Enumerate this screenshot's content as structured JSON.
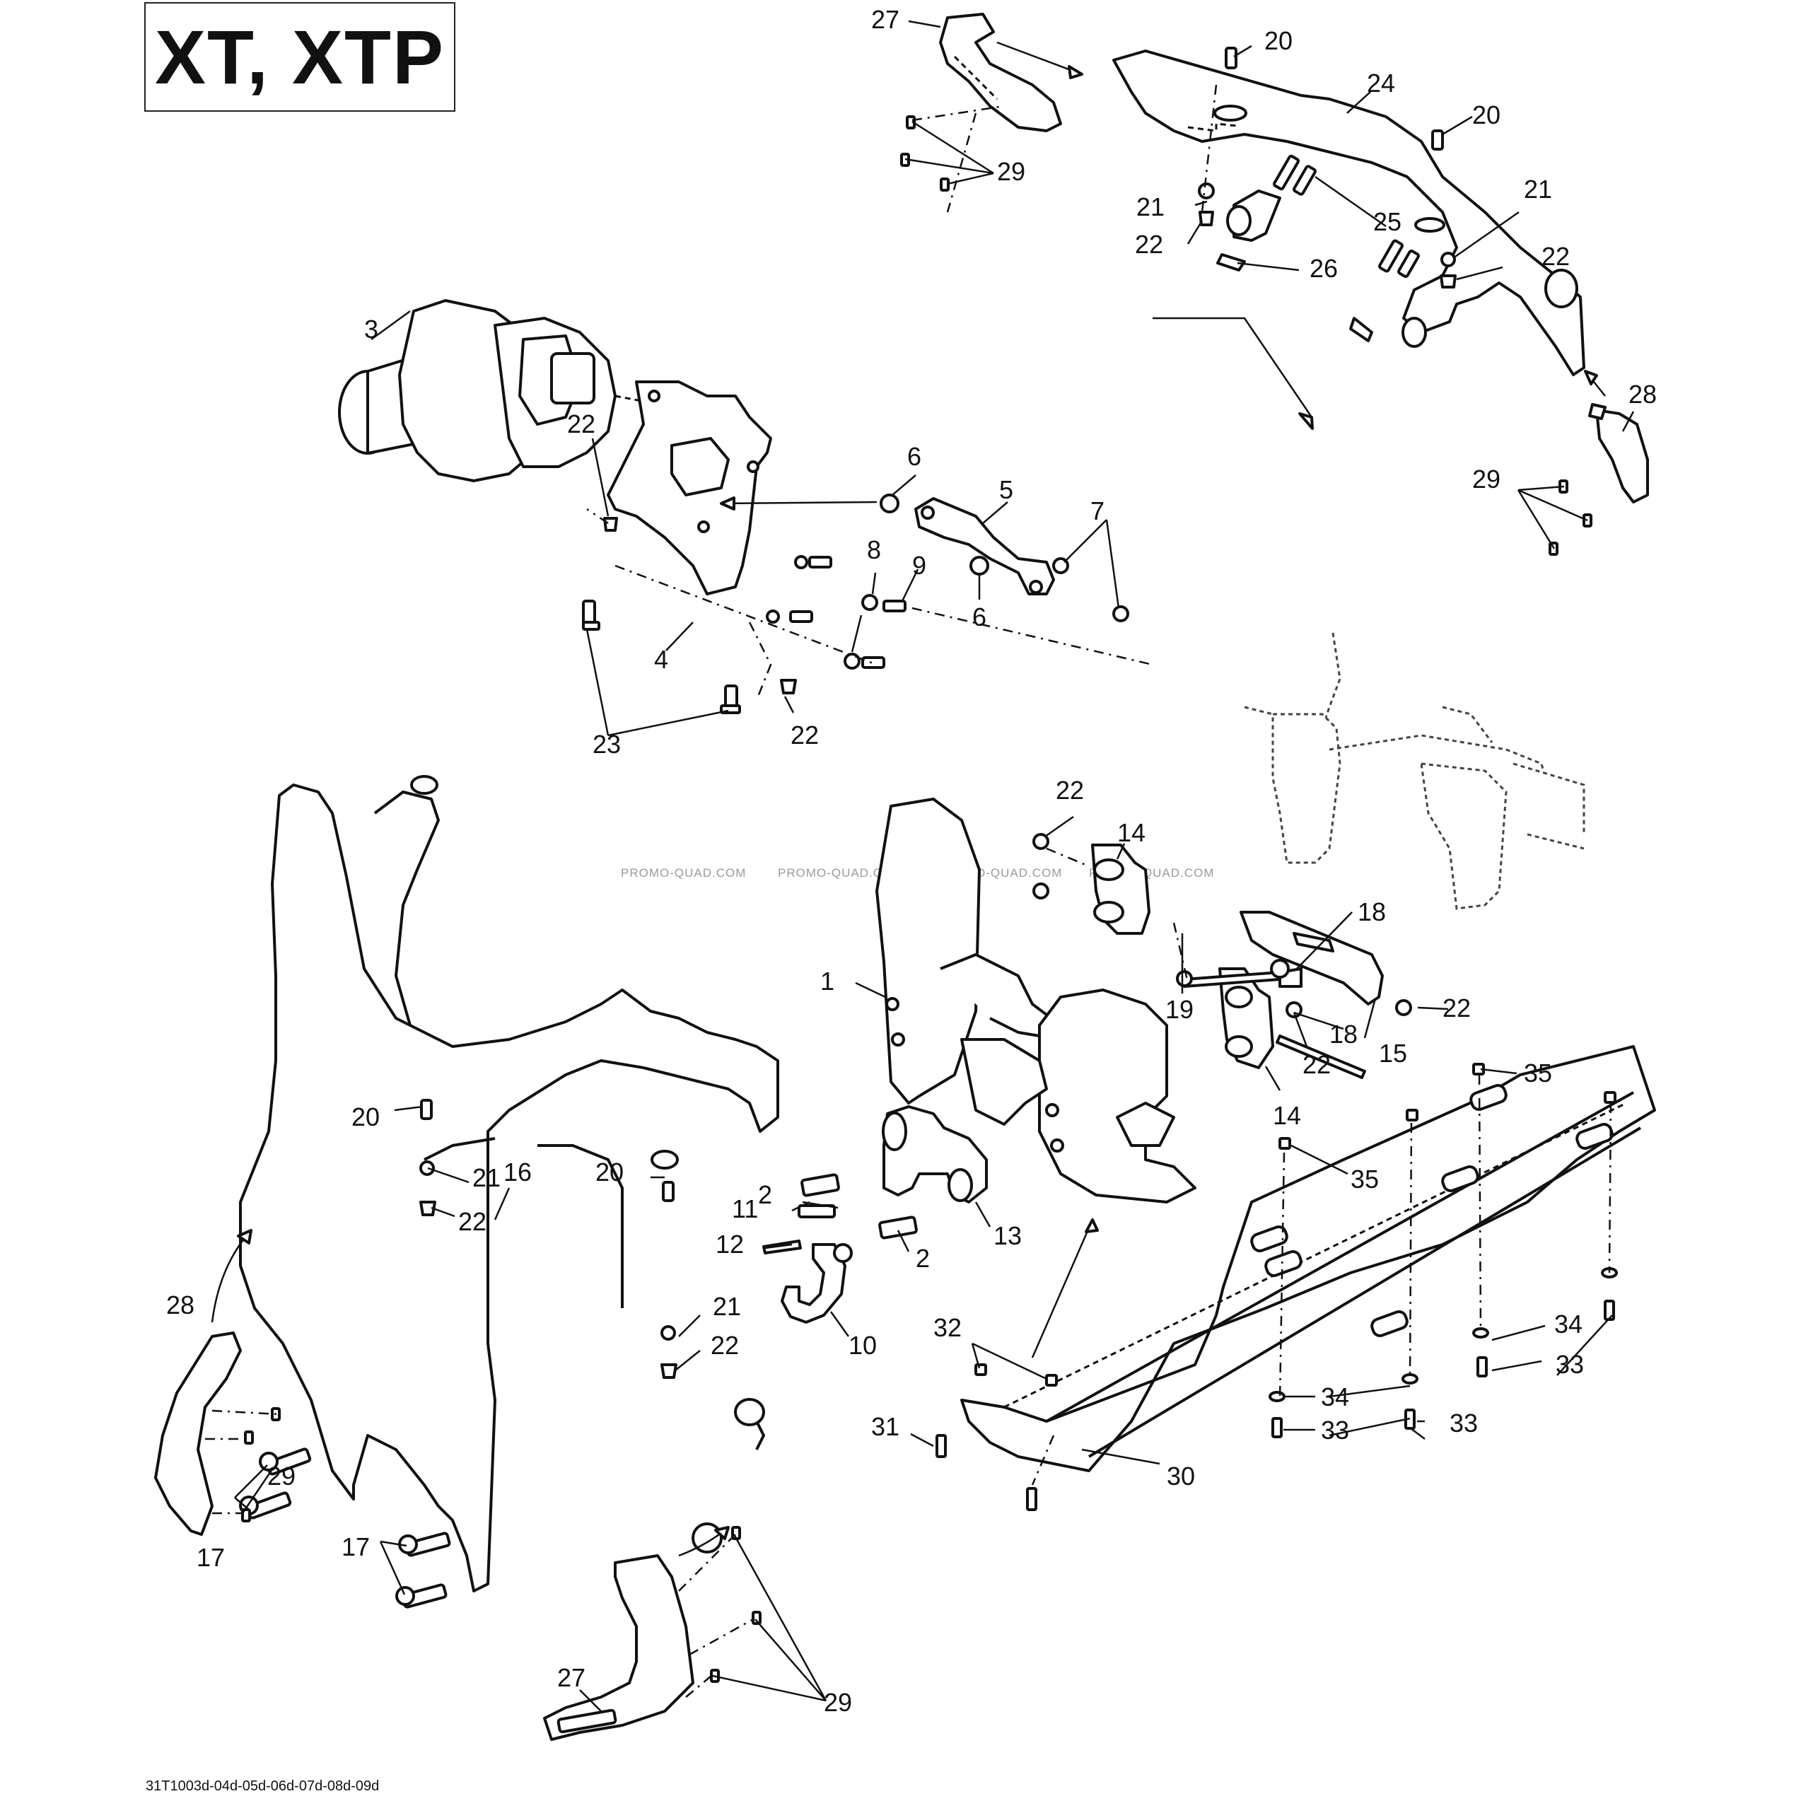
{
  "title": "XT, XTP",
  "figure_code": "31T1003d-04d-05d-06d-07d-08d-09d",
  "watermarks": [
    "PROMO-QUAD.COM",
    "PROMO-QUAD.COM",
    "PROMO-QUAD.COM",
    "PROMO-QUAD.COM"
  ],
  "callouts": [
    {
      "id": "c27a",
      "label": "27"
    },
    {
      "id": "c20a",
      "label": "20"
    },
    {
      "id": "c24",
      "label": "24"
    },
    {
      "id": "c20b",
      "label": "20"
    },
    {
      "id": "c29a",
      "label": "29"
    },
    {
      "id": "c21a",
      "label": "21"
    },
    {
      "id": "c22a",
      "label": "22"
    },
    {
      "id": "c25",
      "label": "25"
    },
    {
      "id": "c21b",
      "label": "21"
    },
    {
      "id": "c22b",
      "label": "22"
    },
    {
      "id": "c26",
      "label": "26"
    },
    {
      "id": "c3",
      "label": "3"
    },
    {
      "id": "c28a",
      "label": "28"
    },
    {
      "id": "c22c",
      "label": "22"
    },
    {
      "id": "c29b",
      "label": "29"
    },
    {
      "id": "c6a",
      "label": "6"
    },
    {
      "id": "c5",
      "label": "5"
    },
    {
      "id": "c7",
      "label": "7"
    },
    {
      "id": "c8",
      "label": "8"
    },
    {
      "id": "c9",
      "label": "9"
    },
    {
      "id": "c6b",
      "label": "6"
    },
    {
      "id": "c4",
      "label": "4"
    },
    {
      "id": "c23",
      "label": "23"
    },
    {
      "id": "c22d",
      "label": "22"
    },
    {
      "id": "c22e",
      "label": "22"
    },
    {
      "id": "c14a",
      "label": "14"
    },
    {
      "id": "c18a",
      "label": "18"
    },
    {
      "id": "c1",
      "label": "1"
    },
    {
      "id": "c19",
      "label": "19"
    },
    {
      "id": "c18b",
      "label": "18"
    },
    {
      "id": "c22f",
      "label": "22"
    },
    {
      "id": "c22g",
      "label": "22"
    },
    {
      "id": "c15",
      "label": "15"
    },
    {
      "id": "c14b",
      "label": "14"
    },
    {
      "id": "c35a",
      "label": "35"
    },
    {
      "id": "c35b",
      "label": "35"
    },
    {
      "id": "c20c",
      "label": "20"
    },
    {
      "id": "c21c",
      "label": "21"
    },
    {
      "id": "c22h",
      "label": "22"
    },
    {
      "id": "c20d",
      "label": "20"
    },
    {
      "id": "c2a",
      "label": "2"
    },
    {
      "id": "c11",
      "label": "11"
    },
    {
      "id": "c12",
      "label": "12"
    },
    {
      "id": "c13",
      "label": "13"
    },
    {
      "id": "c2b",
      "label": "2"
    },
    {
      "id": "c16",
      "label": "16"
    },
    {
      "id": "c28b",
      "label": "28"
    },
    {
      "id": "c21d",
      "label": "21"
    },
    {
      "id": "c22i",
      "label": "22"
    },
    {
      "id": "c10",
      "label": "10"
    },
    {
      "id": "c34a",
      "label": "34"
    },
    {
      "id": "c32",
      "label": "32"
    },
    {
      "id": "c33a",
      "label": "33"
    },
    {
      "id": "c29c",
      "label": "29"
    },
    {
      "id": "c31",
      "label": "31"
    },
    {
      "id": "c34b",
      "label": "34"
    },
    {
      "id": "c33b",
      "label": "33"
    },
    {
      "id": "c33c",
      "label": "33"
    },
    {
      "id": "c30",
      "label": "30"
    },
    {
      "id": "c17a",
      "label": "17"
    },
    {
      "id": "c17b",
      "label": "17"
    },
    {
      "id": "c27b",
      "label": "27"
    },
    {
      "id": "c29d",
      "label": "29"
    }
  ]
}
